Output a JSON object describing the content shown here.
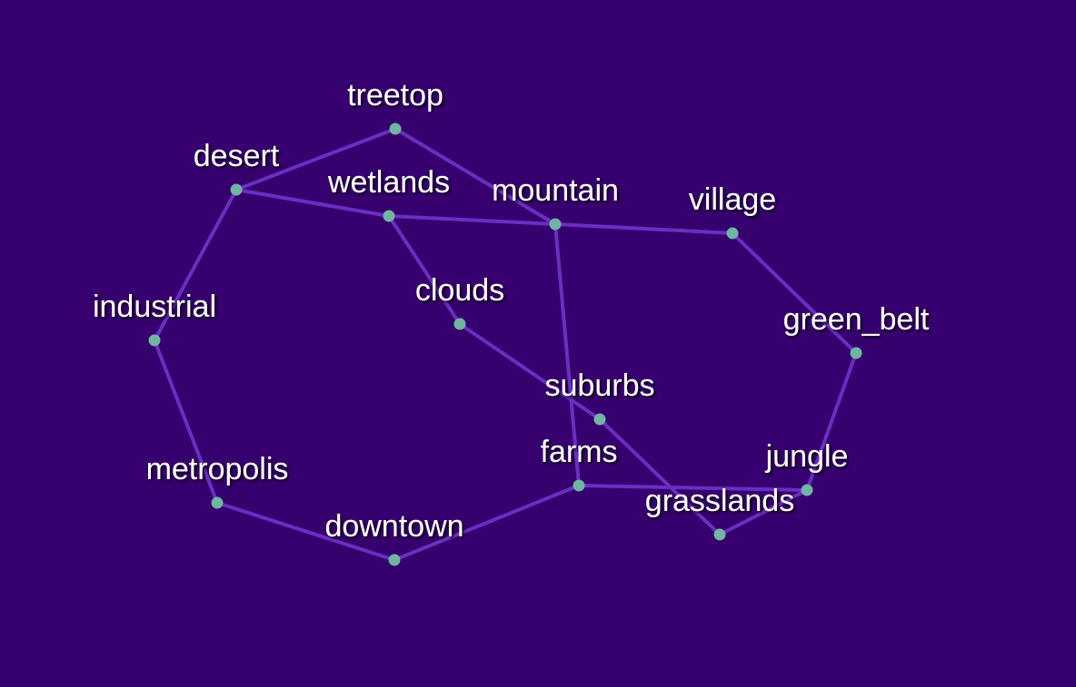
{
  "colors": {
    "background": "#36006e",
    "edge": "#6a2ec2",
    "node": "#6fb5a2",
    "label": "#ffffff"
  },
  "nodes": [
    {
      "id": "treetop",
      "label": "treetop"
    },
    {
      "id": "desert",
      "label": "desert"
    },
    {
      "id": "wetlands",
      "label": "wetlands"
    },
    {
      "id": "mountain",
      "label": "mountain"
    },
    {
      "id": "village",
      "label": "village"
    },
    {
      "id": "industrial",
      "label": "industrial"
    },
    {
      "id": "clouds",
      "label": "clouds"
    },
    {
      "id": "green_belt",
      "label": "green_belt"
    },
    {
      "id": "suburbs",
      "label": "suburbs"
    },
    {
      "id": "farms",
      "label": "farms"
    },
    {
      "id": "jungle",
      "label": "jungle"
    },
    {
      "id": "metropolis",
      "label": "metropolis"
    },
    {
      "id": "grasslands",
      "label": "grasslands"
    },
    {
      "id": "downtown",
      "label": "downtown"
    }
  ],
  "edges": [
    [
      "treetop",
      "desert"
    ],
    [
      "treetop",
      "mountain"
    ],
    [
      "desert",
      "wetlands"
    ],
    [
      "desert",
      "industrial"
    ],
    [
      "wetlands",
      "mountain"
    ],
    [
      "wetlands",
      "clouds"
    ],
    [
      "mountain",
      "village"
    ],
    [
      "mountain",
      "farms"
    ],
    [
      "village",
      "green_belt"
    ],
    [
      "green_belt",
      "jungle"
    ],
    [
      "clouds",
      "suburbs"
    ],
    [
      "suburbs",
      "grasslands"
    ],
    [
      "farms",
      "jungle"
    ],
    [
      "farms",
      "downtown"
    ],
    [
      "jungle",
      "grasslands"
    ],
    [
      "industrial",
      "metropolis"
    ],
    [
      "metropolis",
      "downtown"
    ]
  ]
}
